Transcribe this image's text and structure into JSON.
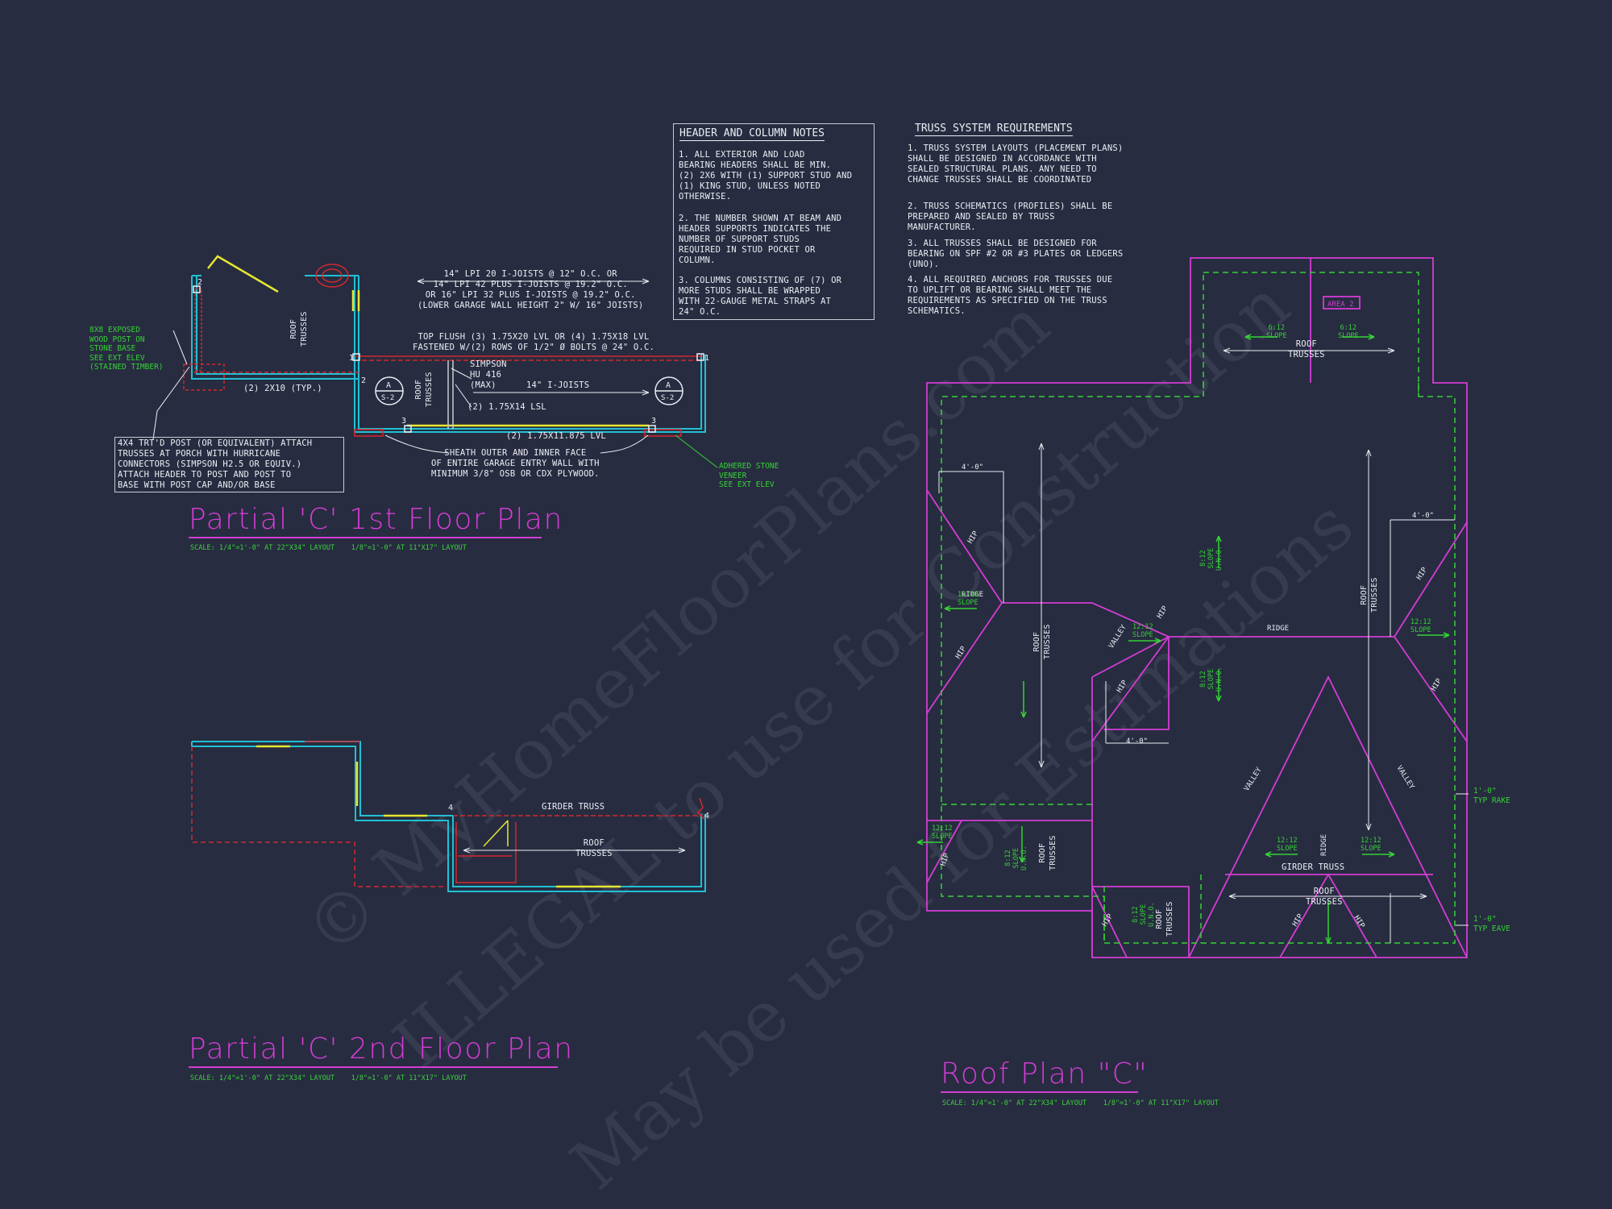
{
  "watermark": {
    "line1": "© MyHomeFloorPlans.com",
    "line2": "ILLEGAL to use for Construction",
    "line3": "May be used for Estimations"
  },
  "header_notes": {
    "heading": "HEADER AND COLUMN NOTES",
    "n1": "1. ALL EXTERIOR AND LOAD\nBEARING HEADERS SHALL BE MIN.\n(2) 2x6 WITH (1) SUPPORT STUD AND\n(1) KING STUD, UNLESS NOTED\nOTHERWISE.",
    "n2": "2. THE NUMBER SHOWN AT BEAM AND\nHEADER SUPPORTS INDICATES THE\nNUMBER OF SUPPORT STUDS\nREQUIRED IN STUD POCKET OR\nCOLUMN.",
    "n3": "3. COLUMNS CONSISTING OF (7) OR\nMORE STUDS SHALL BE WRAPPED\nWITH 22-GAUGE METAL STRAPS AT\n24\" O.C."
  },
  "truss_notes": {
    "heading": "TRUSS SYSTEM REQUIREMENTS",
    "n1": "1. TRUSS SYSTEM LAYOUTS (PLACEMENT PLANS)\nSHALL BE DESIGNED IN ACCORDANCE WITH\nSEALED STRUCTURAL PLANS. ANY NEED TO\nCHANGE TRUSSES SHALL BE COORDINATED",
    "n2": "2. TRUSS SCHEMATICS (PROFILES) SHALL BE\nPREPARED AND SEALED BY TRUSS\nMANUFACTURER.",
    "n3": "3. ALL TRUSSES SHALL BE DESIGNED FOR\nBEARING ON SPF #2 OR #3 PLATES OR LEDGERS\n(UNO).",
    "n4": "4. ALL REQUIRED ANCHORS FOR TRUSSES DUE\nTO UPLIFT OR BEARING SHALL MEET THE\nREQUIREMENTS AS SPECIFIED ON THE TRUSS\nSCHEMATICS."
  },
  "plan1": {
    "title": "Partial 'C' 1st Floor Plan",
    "scale": "SCALE: 1/4\"=1'-0\" AT 22\"X34\" LAYOUT    1/8\"=1'-0\" AT 11\"X17\" LAYOUT",
    "joists_note": "14\" LPI 20 I-JOISTS @ 12\" O.C. OR\n14\" LPI 42 PLUS I-JOISTS @ 19.2\" O.C.\nOR 16\" LPI 32 PLUS I-JOISTS @ 19.2\" O.C.\n(LOWER GARAGE WALL HEIGHT 2\" W/ 16\" JOISTS)",
    "lvl_note": "TOP FLUSH (3) 1.75x20 LVL OR (4) 1.75x18 LVL\nFASTENED w/(2) ROWS OF 1/2\" Ø BOLTS @ 24\" O.C.",
    "simpson": "SIMPSON\nHU 416\n(MAX)",
    "ijoists": "14\" I-JOISTS",
    "lsl": "(2) 1.75x14 LSL",
    "lvl_bottom": "(2) 1.75x11.875 LVL",
    "two_by_ten": "(2) 2x10 (TYP.)",
    "roof_trusses": "ROOF\nTRUSSES",
    "sheath_note": "SHEATH OUTER AND INNER FACE\nOF ENTIRE GARAGE ENTRY WALL WITH\nMINIMUM 3/8\" OSB OR CDX PLYWOOD.",
    "post_note": "4x4 TRT'D POST (OR EQUIVALENT) ATTACH\nTRUSSES AT PORCH WITH HURRICANE\nCONNECTORS (SIMPSON H2.5 OR EQUIV.)\nATTACH HEADER TO POST AND POST TO\nBASE WITH POST CAP AND/OR BASE",
    "wood_post_note": "8X8 EXPOSED\nWOOD POST ON\nSTONE BASE\nSEE EXT ELEV\n(STAINED TIMBER)",
    "stone_note": "ADHERED STONE\nVENEER\nSEE EXT ELEV",
    "section_a": "A",
    "section_s2": "S-2",
    "n1": "1",
    "n2": "2",
    "n3": "3"
  },
  "plan2": {
    "title": "Partial 'C' 2nd Floor Plan",
    "scale": "SCALE: 1/4\"=1'-0\" AT 22\"X34\" LAYOUT    1/8\"=1'-0\" AT 11\"X17\" LAYOUT",
    "girder": "GIRDER TRUSS",
    "roof_trusses": "ROOF\nTRUSSES",
    "n4": "4"
  },
  "roof": {
    "title": "Roof Plan \"C\"",
    "scale": "SCALE: 1/4\"=1'-0\" AT 22\"X34\" LAYOUT    1/8\"=1'-0\" AT 11\"X17\" LAYOUT",
    "area2": "AREA 2",
    "slope612": "6:12\nSLOPE",
    "slope1212": "12:12\nSLOPE",
    "slope812": "8:12\nSLOPE\nU.N.O.",
    "ridge": "RIDGE",
    "hip": "HIP",
    "valley": "VALLEY",
    "roof_trusses": "ROOF\nTRUSSES",
    "girder": "GIRDER TRUSS",
    "dim4": "4'-0\"",
    "typ_rake": "1'-0\"\nTYP RAKE",
    "typ_eave": "1'-0\"\nTYP EAVE"
  },
  "colors": {
    "background": "#272c40",
    "wall": "#21c0d4",
    "magenta": "#d43cd4",
    "green": "#35d235",
    "red": "#d2282e",
    "yellow": "#e6e632",
    "white": "#eceef4"
  }
}
